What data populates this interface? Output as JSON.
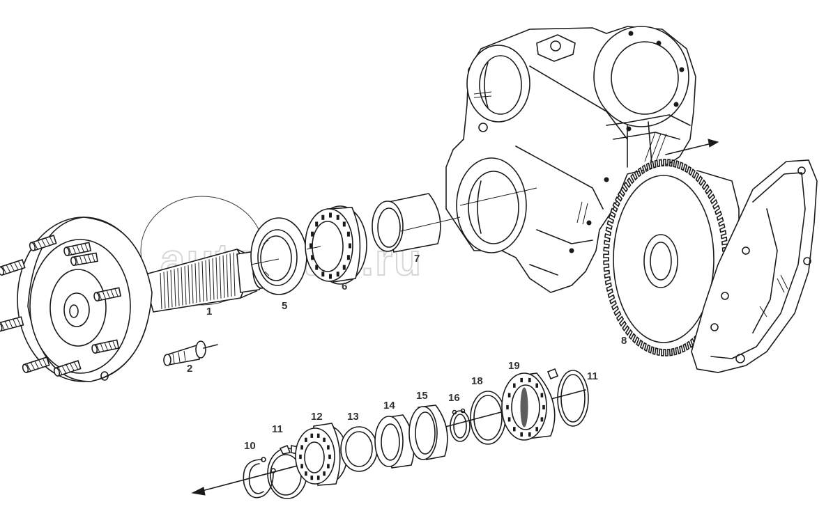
{
  "watermark": "autopiter.ru",
  "parts": [
    {
      "id": "part-1",
      "label": "1",
      "name": "axle-shaft-with-hub-flange"
    },
    {
      "id": "part-2",
      "label": "2",
      "name": "wheel-stud"
    },
    {
      "id": "part-5",
      "label": "5",
      "name": "seal-ring"
    },
    {
      "id": "part-6",
      "label": "6",
      "name": "tapered-roller-bearing"
    },
    {
      "id": "part-7",
      "label": "7",
      "name": "spacer-sleeve"
    },
    {
      "id": "part-8",
      "label": "8",
      "name": "spur-gear"
    },
    {
      "id": "part-10",
      "label": "10",
      "name": "snap-ring"
    },
    {
      "id": "part-11a",
      "label": "11",
      "name": "circlip"
    },
    {
      "id": "part-11b",
      "label": "11",
      "name": "circlip"
    },
    {
      "id": "part-12",
      "label": "12",
      "name": "roller-bearing"
    },
    {
      "id": "part-13",
      "label": "13",
      "name": "shim-ring"
    },
    {
      "id": "part-14",
      "label": "14",
      "name": "bearing-race"
    },
    {
      "id": "part-15",
      "label": "15",
      "name": "bearing-race"
    },
    {
      "id": "part-16",
      "label": "16",
      "name": "small-snap-ring"
    },
    {
      "id": "part-18",
      "label": "18",
      "name": "retaining-ring"
    },
    {
      "id": "part-19",
      "label": "19",
      "name": "ball-bearing"
    }
  ]
}
